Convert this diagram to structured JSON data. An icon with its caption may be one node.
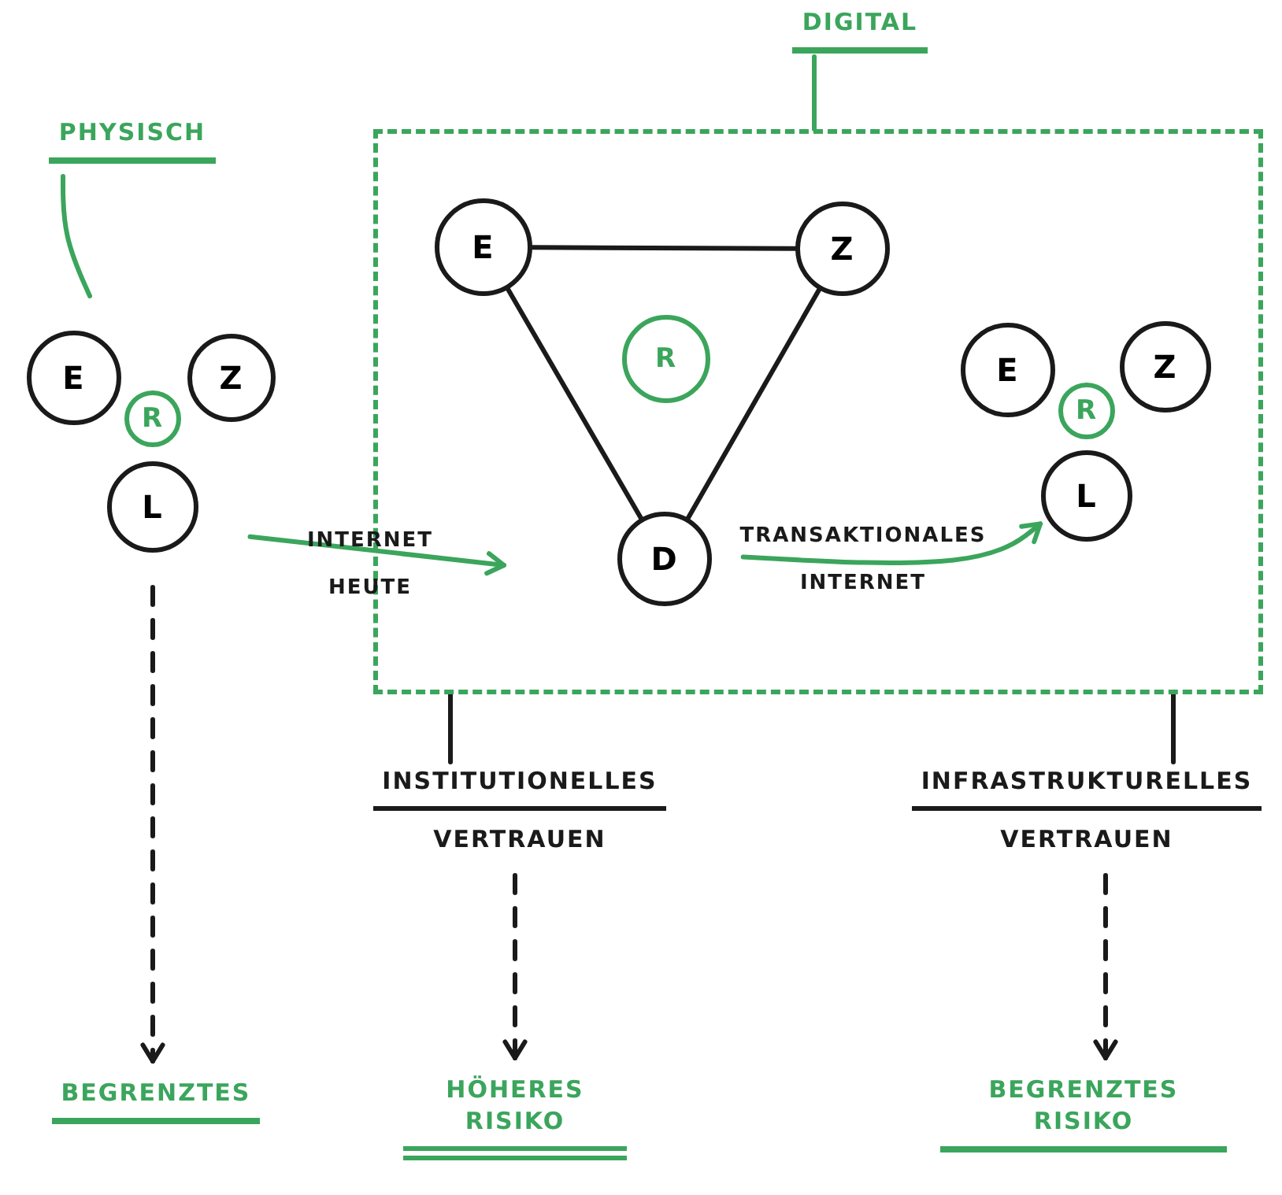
{
  "diagram": {
    "nodes": [
      {
        "text": [
          "PHYSISCH"
        ]
      },
      {
        "text": [
          "E"
        ]
      },
      {
        "text": [
          "Z"
        ]
      },
      {
        "text": [
          "R"
        ]
      },
      {
        "text": [
          "L"
        ]
      },
      {
        "text": [
          "DIGITAL"
        ]
      },
      {
        "text": [],
        "shape": "box"
      },
      {
        "text": [
          "E"
        ],
        "in": 6
      },
      {
        "text": [
          "Z"
        ],
        "in": 6
      },
      {
        "text": [
          "R"
        ],
        "in": 6
      },
      {
        "text": [
          "D"
        ],
        "in": 6
      },
      {
        "text": [
          "E"
        ],
        "in": 6
      },
      {
        "text": [
          "Z"
        ],
        "in": 6
      },
      {
        "text": [
          "R"
        ],
        "in": 6
      },
      {
        "text": [
          "L"
        ],
        "in": 6
      },
      {
        "text": [
          "INSTITUTIONELLES",
          "VERTRAUEN"
        ]
      },
      {
        "text": [
          "INFRASTRUKTURELLES",
          "VERTRAUEN"
        ]
      },
      {
        "text": [
          "BEGRENZTES"
        ]
      },
      {
        "text": [
          "HÖHERES RISIKO"
        ]
      },
      {
        "text": [
          "BEGRENZTES RISIKO"
        ]
      }
    ],
    "edges": [
      {
        "from": 0,
        "to": null,
        "arrow": "none",
        "color": "#3ba55c"
      },
      {
        "from": 5,
        "to": 6,
        "arrow": "none",
        "color": "#3ba55c"
      },
      {
        "from": 7,
        "to": 8,
        "arrow": "none"
      },
      {
        "from": 7,
        "to": 10,
        "arrow": "none"
      },
      {
        "from": 8,
        "to": 10,
        "arrow": "none"
      },
      {
        "from": 4,
        "to": null,
        "arrow": "to",
        "label": "INTERNET HEUTE",
        "color": "#3ba55c"
      },
      {
        "from": 10,
        "to": 14,
        "arrow": "to",
        "label": "TRANSAKTIONALES INTERNET",
        "color": "#3ba55c"
      },
      {
        "from": 6,
        "to": 15,
        "arrow": "none"
      },
      {
        "from": 6,
        "to": 16,
        "arrow": "none"
      },
      {
        "from": 4,
        "to": 17,
        "arrow": "to",
        "style": "dashed"
      },
      {
        "from": 15,
        "to": 18,
        "arrow": "to",
        "style": "dashed"
      },
      {
        "from": 16,
        "to": 19,
        "arrow": "to",
        "style": "dashed"
      }
    ]
  }
}
